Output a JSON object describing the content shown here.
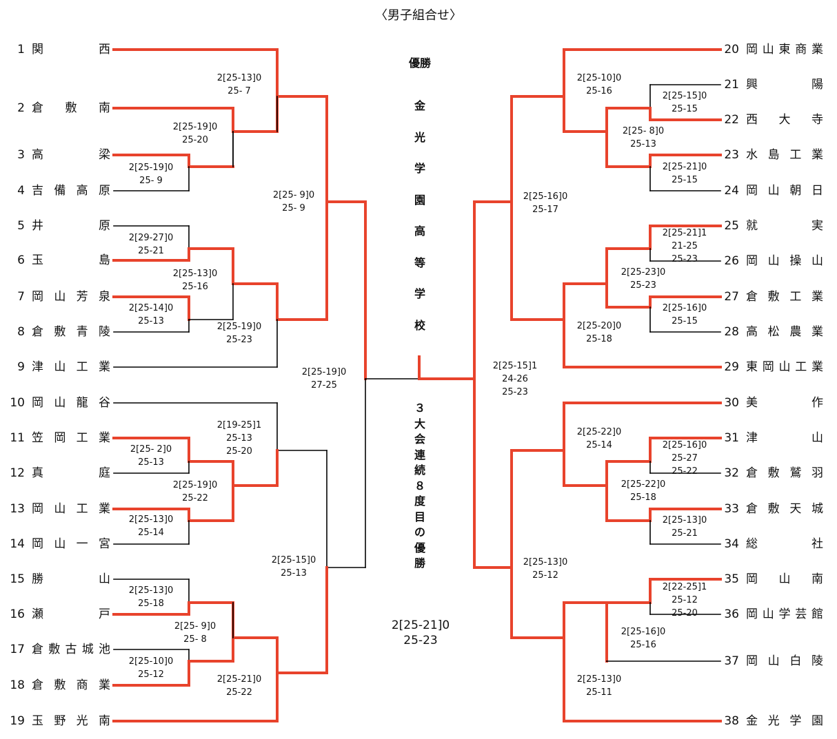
{
  "title": "〈男子組合せ〉",
  "champion": {
    "label": "優勝",
    "name": "金光学園高等学校",
    "note": "３大会連続８度目の優勝"
  },
  "final_score": "2[25-21]0\n25-23",
  "teams_left": [
    {
      "no": "1",
      "name": "関西"
    },
    {
      "no": "2",
      "name": "倉敷南"
    },
    {
      "no": "3",
      "name": "高梁"
    },
    {
      "no": "4",
      "name": "吉備高原"
    },
    {
      "no": "5",
      "name": "井原"
    },
    {
      "no": "6",
      "name": "玉島"
    },
    {
      "no": "7",
      "name": "岡山芳泉"
    },
    {
      "no": "8",
      "name": "倉敷青陵"
    },
    {
      "no": "9",
      "name": "津山工業"
    },
    {
      "no": "10",
      "name": "岡山龍谷"
    },
    {
      "no": "11",
      "name": "笠岡工業"
    },
    {
      "no": "12",
      "name": "真庭"
    },
    {
      "no": "13",
      "name": "岡山工業"
    },
    {
      "no": "14",
      "name": "岡山一宮"
    },
    {
      "no": "15",
      "name": "勝山"
    },
    {
      "no": "16",
      "name": "瀬戸"
    },
    {
      "no": "17",
      "name": "倉敷古城池"
    },
    {
      "no": "18",
      "name": "倉敷商業"
    },
    {
      "no": "19",
      "name": "玉野光南"
    }
  ],
  "teams_right": [
    {
      "no": "20",
      "name": "岡山東商業"
    },
    {
      "no": "21",
      "name": "興陽"
    },
    {
      "no": "22",
      "name": "西大寺"
    },
    {
      "no": "23",
      "name": "水島工業"
    },
    {
      "no": "24",
      "name": "岡山朝日"
    },
    {
      "no": "25",
      "name": "就実"
    },
    {
      "no": "26",
      "name": "岡山操山"
    },
    {
      "no": "27",
      "name": "倉敷工業"
    },
    {
      "no": "28",
      "name": "高松農業"
    },
    {
      "no": "29",
      "name": "東岡山工業"
    },
    {
      "no": "30",
      "name": "美作"
    },
    {
      "no": "31",
      "name": "津山"
    },
    {
      "no": "32",
      "name": "倉敷鷲羽"
    },
    {
      "no": "33",
      "name": "倉敷天城"
    },
    {
      "no": "34",
      "name": "総社"
    },
    {
      "no": "35",
      "name": "岡山南"
    },
    {
      "no": "36",
      "name": "岡山学芸館"
    },
    {
      "no": "37",
      "name": "岡山白陵"
    },
    {
      "no": "38",
      "name": "金光学園"
    }
  ],
  "scores": [
    {
      "id": "m_2_3",
      "text": "2[25-19]0\n25-20"
    },
    {
      "id": "m_3_4",
      "text": "2[25-19]0\n25- 9"
    },
    {
      "id": "m_1_2",
      "text": "2[25-13]0\n25- 7"
    },
    {
      "id": "m_5_6",
      "text": "2[29-27]0\n25-21"
    },
    {
      "id": "m_7_8",
      "text": "2[25-14]0\n25-13"
    },
    {
      "id": "m_56_78",
      "text": "2[25-13]0\n25-16"
    },
    {
      "id": "m_58_9",
      "text": "2[25-19]0\n25-23"
    },
    {
      "id": "m_L_top",
      "text": "2[25- 9]0\n25- 9"
    },
    {
      "id": "m_11_12",
      "text": "2[25- 2]0\n25-13"
    },
    {
      "id": "m_13_14",
      "text": "2[25-13]0\n25-14"
    },
    {
      "id": "m_1112_1314",
      "text": "2[25-19]0\n25-22"
    },
    {
      "id": "m_10_1114",
      "text": "2[19-25]1\n25-13\n25-20"
    },
    {
      "id": "m_15_16",
      "text": "2[25-13]0\n25-18"
    },
    {
      "id": "m_17_18",
      "text": "2[25-10]0\n25-12"
    },
    {
      "id": "m_1516_1718",
      "text": "2[25- 9]0\n25- 8"
    },
    {
      "id": "m_1518_19",
      "text": "2[25-21]0\n25-22"
    },
    {
      "id": "m_L_bot",
      "text": "2[25-15]0\n25-13"
    },
    {
      "id": "m_L_semi",
      "text": "2[25-19]0\n27-25"
    },
    {
      "id": "m_21_22",
      "text": "2[25-15]0\n25-15"
    },
    {
      "id": "m_23_24",
      "text": "2[25-21]0\n25-15"
    },
    {
      "id": "m_2122_2324",
      "text": "2[25- 8]0\n25-13"
    },
    {
      "id": "m_20_2124",
      "text": "2[25-10]0\n25-16"
    },
    {
      "id": "m_25_26",
      "text": "2[25-21]1\n21-25\n25-23"
    },
    {
      "id": "m_27_28",
      "text": "2[25-16]0\n25-15"
    },
    {
      "id": "m_2526_2728",
      "text": "2[25-23]0\n25-23"
    },
    {
      "id": "m_2528_29",
      "text": "2[25-20]0\n25-18"
    },
    {
      "id": "m_R_top",
      "text": "2[25-16]0\n25-17"
    },
    {
      "id": "m_31_32",
      "text": "2[25-16]0\n25-27\n25-22"
    },
    {
      "id": "m_33_34",
      "text": "2[25-13]0\n25-21"
    },
    {
      "id": "m_3132_3334",
      "text": "2[25-22]0\n25-18"
    },
    {
      "id": "m_30_3134",
      "text": "2[25-22]0\n25-14"
    },
    {
      "id": "m_35_36",
      "text": "2[22-25]1\n25-12\n25-20"
    },
    {
      "id": "m_3536_37",
      "text": "2[25-16]0\n25-16"
    },
    {
      "id": "m_3537_38",
      "text": "2[25-13]0\n25-11"
    },
    {
      "id": "m_R_bot",
      "text": "2[25-13]0\n25-12"
    },
    {
      "id": "m_R_semi",
      "text": "2[25-15]1\n24-26\n25-23"
    }
  ],
  "colors": {
    "winner_line": "#e8432c",
    "loser_line": "#000000",
    "text": "#111111"
  }
}
